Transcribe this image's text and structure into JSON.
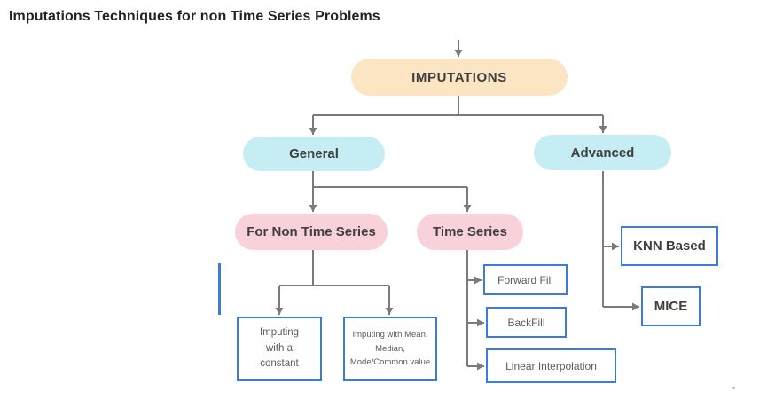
{
  "title": "Imputations Techniques for non Time Series Problems",
  "colors": {
    "root_fill": "#FBE5C2",
    "level1_fill": "#C7EDF4",
    "level2_fill": "#F8D1DB",
    "leaf_border": "#3D7BDB",
    "connector_gray": "#7B7B7B",
    "title_text": "#232323",
    "pill_text": "#3F3F3F",
    "leaf_text": "#5B5B5B",
    "artifact_blue": "#3D7BDB"
  },
  "nodes": {
    "root": {
      "label": "IMPUTATIONS"
    },
    "general": {
      "label": "General"
    },
    "advanced": {
      "label": "Advanced"
    },
    "non_time_series": {
      "label": "For Non Time Series"
    },
    "time_series": {
      "label": "Time Series"
    },
    "constant": {
      "label": "Imputing with a constant"
    },
    "mean_median": {
      "label": "Imputing with Mean, Median, Mode/Common value"
    },
    "forward_fill": {
      "label": "Forward Fill"
    },
    "backfill": {
      "label": "BackFill"
    },
    "linear_interpolation": {
      "label": "Linear Interpolation"
    },
    "knn": {
      "label": "KNN Based"
    },
    "mice": {
      "label": "MICE"
    }
  }
}
